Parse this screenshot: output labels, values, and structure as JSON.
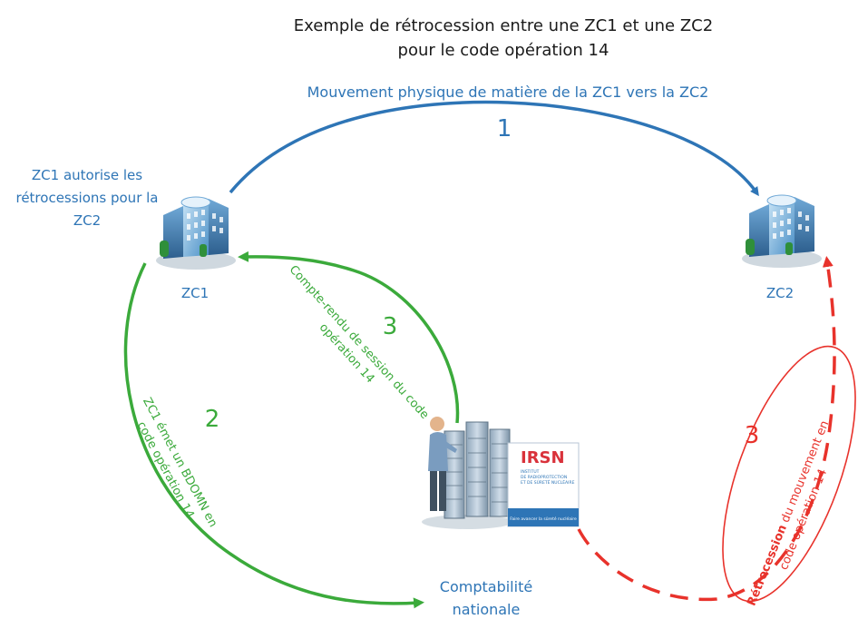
{
  "title": {
    "line1": "Exemple de rétrocession entre une ZC1 et une ZC2",
    "line2": "pour le code opération 14"
  },
  "steps": {
    "step1": {
      "number": "1",
      "label": "Mouvement physique de matière de la ZC1 vers la ZC2"
    },
    "step2": {
      "number": "2",
      "label_line1": "ZC1 émet un BDOMN en",
      "label_line2": "code opération 14"
    },
    "step3_green": {
      "number": "3",
      "label_line1": "Compte-rendu de session du code",
      "label_line2": "opération 14"
    },
    "step3_red": {
      "number": "3",
      "label_bold": "Rétrocession",
      "label_rest": " du mouvement en",
      "label_line2": "code opération 14"
    }
  },
  "nodes": {
    "zc1": {
      "label": "ZC1",
      "note_line1": "ZC1 autorise les",
      "note_line2": "rétrocessions pour la",
      "note_line3": "ZC2"
    },
    "zc2": {
      "label": "ZC2"
    },
    "national": {
      "label_line1": "Comptabilité",
      "label_line2": "nationale"
    }
  },
  "logo": {
    "name": "IRSN",
    "subtitle_line1": "INSTITUT",
    "subtitle_line2": "DE RADIOPROTECTION",
    "subtitle_line3": "ET DE SÛRETÉ NUCLÉAIRE",
    "tagline": "Faire avancer la sûreté nucléaire"
  },
  "colors": {
    "blue": "#2E75B6",
    "green": "#3BAA3B",
    "red": "#E8322B",
    "text": "#1a1a1a"
  }
}
